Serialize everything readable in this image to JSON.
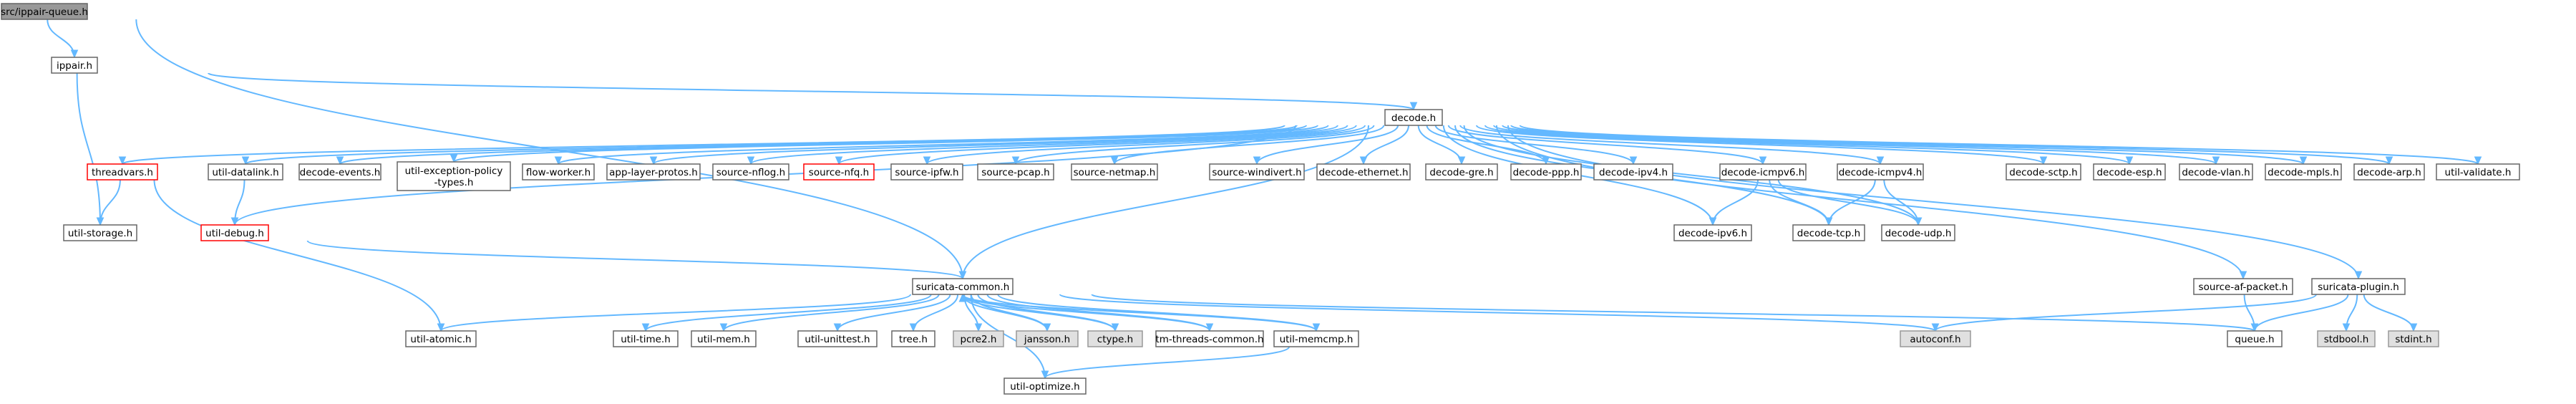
{
  "graph": {
    "nodes": [
      {
        "id": "ippair_queue",
        "label": "src/ippair-queue.h",
        "kind": "root"
      },
      {
        "id": "ippair",
        "label": "ippair.h",
        "kind": "normal"
      },
      {
        "id": "decode",
        "label": "decode.h",
        "kind": "normal"
      },
      {
        "id": "threadvars",
        "label": "threadvars.h",
        "kind": "red"
      },
      {
        "id": "util_datalink",
        "label": "util-datalink.h",
        "kind": "normal"
      },
      {
        "id": "decode_events",
        "label": "decode-events.h",
        "kind": "normal"
      },
      {
        "id": "util_exception_policy_types",
        "label": [
          "util-exception-policy",
          "-types.h"
        ],
        "kind": "normal"
      },
      {
        "id": "flow_worker",
        "label": "flow-worker.h",
        "kind": "normal"
      },
      {
        "id": "app_layer_protos",
        "label": "app-layer-protos.h",
        "kind": "normal"
      },
      {
        "id": "source_nflog",
        "label": "source-nflog.h",
        "kind": "normal"
      },
      {
        "id": "source_nfq",
        "label": "source-nfq.h",
        "kind": "red"
      },
      {
        "id": "source_ipfw",
        "label": "source-ipfw.h",
        "kind": "normal"
      },
      {
        "id": "source_pcap",
        "label": "source-pcap.h",
        "kind": "normal"
      },
      {
        "id": "source_netmap",
        "label": "source-netmap.h",
        "kind": "normal"
      },
      {
        "id": "source_windivert",
        "label": "source-windivert.h",
        "kind": "normal"
      },
      {
        "id": "decode_ethernet",
        "label": "decode-ethernet.h",
        "kind": "normal"
      },
      {
        "id": "decode_gre",
        "label": "decode-gre.h",
        "kind": "normal"
      },
      {
        "id": "decode_ppp",
        "label": "decode-ppp.h",
        "kind": "normal"
      },
      {
        "id": "decode_ipv4",
        "label": "decode-ipv4.h",
        "kind": "normal"
      },
      {
        "id": "decode_icmpv6",
        "label": "decode-icmpv6.h",
        "kind": "normal"
      },
      {
        "id": "decode_icmpv4",
        "label": "decode-icmpv4.h",
        "kind": "normal"
      },
      {
        "id": "decode_sctp",
        "label": "decode-sctp.h",
        "kind": "normal"
      },
      {
        "id": "decode_esp",
        "label": "decode-esp.h",
        "kind": "normal"
      },
      {
        "id": "decode_vlan",
        "label": "decode-vlan.h",
        "kind": "normal"
      },
      {
        "id": "decode_mpls",
        "label": "decode-mpls.h",
        "kind": "normal"
      },
      {
        "id": "decode_arp",
        "label": "decode-arp.h",
        "kind": "normal"
      },
      {
        "id": "util_validate",
        "label": "util-validate.h",
        "kind": "normal"
      },
      {
        "id": "util_storage",
        "label": "util-storage.h",
        "kind": "normal"
      },
      {
        "id": "util_debug",
        "label": "util-debug.h",
        "kind": "red"
      },
      {
        "id": "decode_ipv6",
        "label": "decode-ipv6.h",
        "kind": "normal"
      },
      {
        "id": "decode_tcp",
        "label": "decode-tcp.h",
        "kind": "normal"
      },
      {
        "id": "decode_udp",
        "label": "decode-udp.h",
        "kind": "normal"
      },
      {
        "id": "suricata_common",
        "label": "suricata-common.h",
        "kind": "normal"
      },
      {
        "id": "source_af_packet",
        "label": "source-af-packet.h",
        "kind": "normal"
      },
      {
        "id": "suricata_plugin",
        "label": "suricata-plugin.h",
        "kind": "normal"
      },
      {
        "id": "util_atomic",
        "label": "util-atomic.h",
        "kind": "normal"
      },
      {
        "id": "util_time",
        "label": "util-time.h",
        "kind": "normal"
      },
      {
        "id": "util_mem",
        "label": "util-mem.h",
        "kind": "normal"
      },
      {
        "id": "util_unittest",
        "label": "util-unittest.h",
        "kind": "normal"
      },
      {
        "id": "tree",
        "label": "tree.h",
        "kind": "normal"
      },
      {
        "id": "pcre2",
        "label": "pcre2.h",
        "kind": "grey"
      },
      {
        "id": "jansson",
        "label": "jansson.h",
        "kind": "grey"
      },
      {
        "id": "ctype",
        "label": "ctype.h",
        "kind": "grey"
      },
      {
        "id": "tm_threads_common",
        "label": "tm-threads-common.h",
        "kind": "normal"
      },
      {
        "id": "util_memcmp",
        "label": "util-memcmp.h",
        "kind": "normal"
      },
      {
        "id": "autoconf",
        "label": "autoconf.h",
        "kind": "grey"
      },
      {
        "id": "queue",
        "label": "queue.h",
        "kind": "normal"
      },
      {
        "id": "stdbool",
        "label": "stdbool.h",
        "kind": "grey"
      },
      {
        "id": "stdint",
        "label": "stdint.h",
        "kind": "grey"
      },
      {
        "id": "util_optimize",
        "label": "util-optimize.h",
        "kind": "normal"
      }
    ],
    "edges": [
      [
        "ippair_queue",
        "ippair"
      ],
      [
        "ippair_queue",
        "suricata_common"
      ],
      [
        "ippair",
        "decode"
      ],
      [
        "ippair",
        "util_storage"
      ],
      [
        "decode",
        "threadvars"
      ],
      [
        "decode",
        "util_datalink"
      ],
      [
        "decode",
        "decode_events"
      ],
      [
        "decode",
        "util_exception_policy_types"
      ],
      [
        "decode",
        "flow_worker"
      ],
      [
        "decode",
        "app_layer_protos"
      ],
      [
        "decode",
        "source_nflog"
      ],
      [
        "decode",
        "source_nfq"
      ],
      [
        "decode",
        "source_ipfw"
      ],
      [
        "decode",
        "source_pcap"
      ],
      [
        "decode",
        "source_netmap"
      ],
      [
        "decode",
        "source_windivert"
      ],
      [
        "decode",
        "decode_ethernet"
      ],
      [
        "decode",
        "decode_gre"
      ],
      [
        "decode",
        "decode_ppp"
      ],
      [
        "decode",
        "decode_ipv4"
      ],
      [
        "decode",
        "decode_icmpv6"
      ],
      [
        "decode",
        "decode_icmpv4"
      ],
      [
        "decode",
        "decode_sctp"
      ],
      [
        "decode",
        "decode_esp"
      ],
      [
        "decode",
        "decode_vlan"
      ],
      [
        "decode",
        "decode_mpls"
      ],
      [
        "decode",
        "decode_arp"
      ],
      [
        "decode",
        "util_validate"
      ],
      [
        "decode",
        "util_debug"
      ],
      [
        "decode",
        "suricata_common"
      ],
      [
        "decode",
        "decode_ipv6"
      ],
      [
        "decode",
        "decode_tcp"
      ],
      [
        "decode",
        "decode_udp"
      ],
      [
        "decode",
        "source_af_packet"
      ],
      [
        "decode",
        "suricata_plugin"
      ],
      [
        "threadvars",
        "util_storage"
      ],
      [
        "threadvars",
        "util_atomic"
      ],
      [
        "util_datalink",
        "util_debug"
      ],
      [
        "util_debug",
        "suricata_common"
      ],
      [
        "decode_icmpv6",
        "decode_ipv6"
      ],
      [
        "decode_icmpv6",
        "decode_tcp"
      ],
      [
        "decode_icmpv6",
        "decode_udp"
      ],
      [
        "decode_icmpv4",
        "decode_tcp"
      ],
      [
        "decode_icmpv4",
        "decode_udp"
      ],
      [
        "suricata_common",
        "util_atomic"
      ],
      [
        "suricata_common",
        "util_time"
      ],
      [
        "suricata_common",
        "util_mem"
      ],
      [
        "suricata_common",
        "util_unittest"
      ],
      [
        "suricata_common",
        "tree"
      ],
      [
        "suricata_common",
        "pcre2"
      ],
      [
        "suricata_common",
        "jansson"
      ],
      [
        "suricata_common",
        "ctype"
      ],
      [
        "suricata_common",
        "tm_threads_common"
      ],
      [
        "suricata_common",
        "util_memcmp"
      ],
      [
        "suricata_common",
        "autoconf"
      ],
      [
        "suricata_common",
        "queue"
      ],
      [
        "suricata_common",
        "util_optimize"
      ],
      [
        "util_memcmp",
        "suricata_common"
      ],
      [
        "util_memcmp",
        "util_optimize"
      ],
      [
        "tm_threads_common",
        "suricata_common"
      ],
      [
        "ctype",
        "suricata_common"
      ],
      [
        "jansson",
        "suricata_common"
      ],
      [
        "source_af_packet",
        "queue"
      ],
      [
        "suricata_plugin",
        "queue"
      ],
      [
        "suricata_plugin",
        "autoconf"
      ],
      [
        "suricata_plugin",
        "stdbool"
      ],
      [
        "suricata_plugin",
        "stdint"
      ]
    ]
  }
}
